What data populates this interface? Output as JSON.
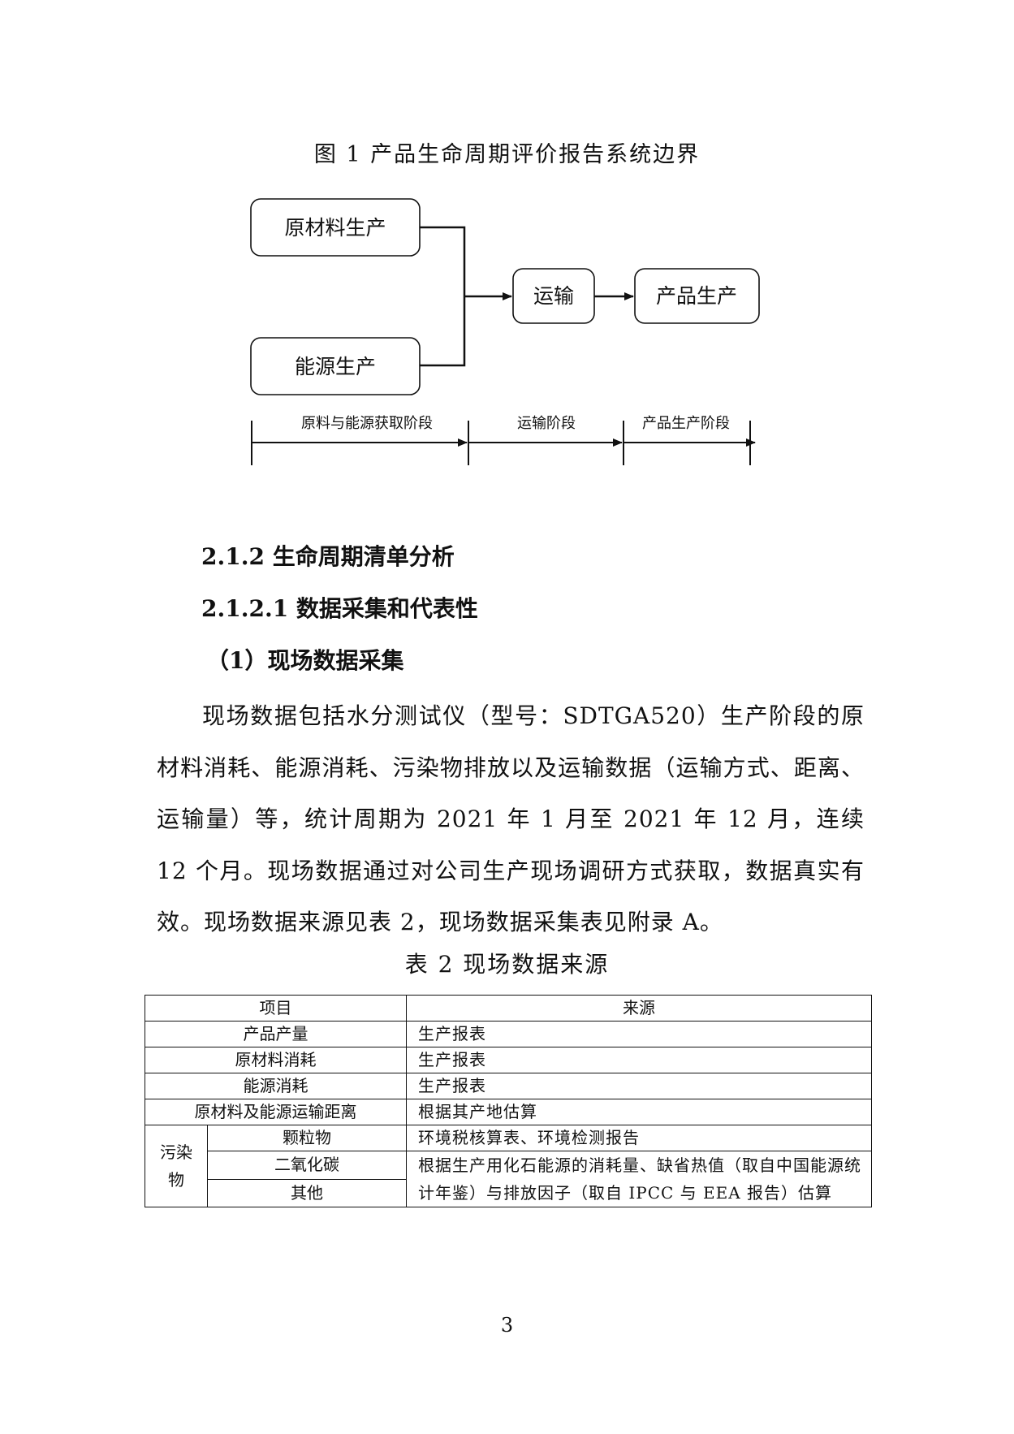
{
  "figure": {
    "title": "图 1  产品生命周期评价报告系统边界",
    "nodes": {
      "raw": "原材料生产",
      "energy": "能源生产",
      "transport": "运输",
      "product": "产品生产"
    },
    "stages": {
      "stage1": "原料与能源获取阶段",
      "stage2": "运输阶段",
      "stage3": "产品生产阶段"
    }
  },
  "section": {
    "h1": "2.1.2  生命周期清单分析",
    "h2": "2.1.2.1  数据采集和代表性",
    "h3": "（1）现场数据采集",
    "paragraph": "现场数据包括水分测试仪（型号：SDTGA520）生产阶段的原材料消耗、能源消耗、污染物排放以及运输数据（运输方式、距离、运输量）等，统计周期为 2021 年 1 月至 2021 年 12 月，连续 12 个月。现场数据通过对公司生产现场调研方式获取，数据真实有效。现场数据来源见表 2，现场数据采集表见附录 A。"
  },
  "table": {
    "title": "表 2  现场数据来源",
    "headers": [
      "项目",
      "来源"
    ],
    "rows": [
      {
        "item": "产品产量",
        "source": "生产报表"
      },
      {
        "item": "原材料消耗",
        "source": "生产报表"
      },
      {
        "item": "能源消耗",
        "source": "生产报表"
      },
      {
        "item": "原材料及能源运输距离",
        "source": "根据其产地估算"
      }
    ],
    "pollutant_label": "污染物",
    "pollutant_rows": [
      {
        "item": "颗粒物",
        "source": "环境税核算表、环境检测报告"
      },
      {
        "item": "二氧化碳",
        "source": "根据生产用化石能源的消耗量、缺省热值（取自中国能源统计年鉴）与排放因子（取自 IPCC 与 EEA 报告）估算"
      },
      {
        "item": "其他"
      }
    ]
  },
  "page_number": "3"
}
